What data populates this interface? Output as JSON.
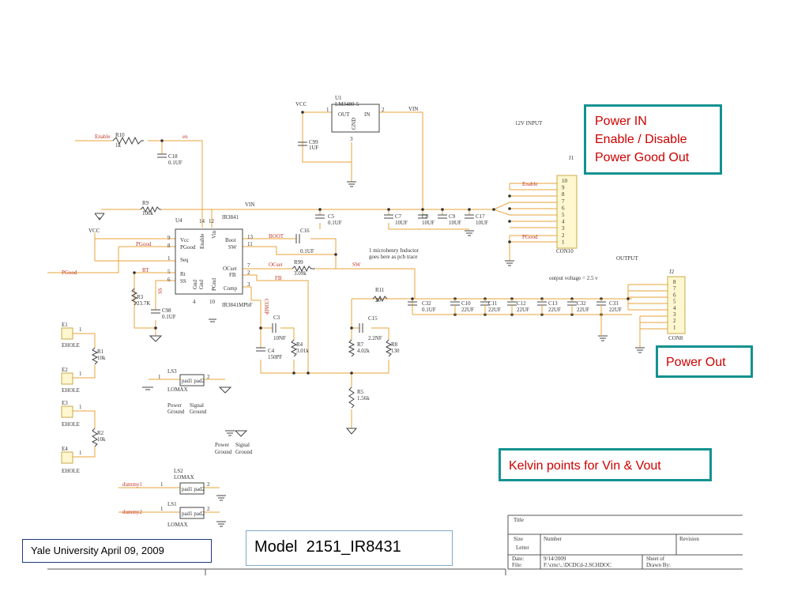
{
  "callouts": {
    "power_in_lines": [
      "Power IN",
      "Enable / Disable",
      "Power Good Out"
    ],
    "power_out": "Power Out",
    "kelvin": "Kelvin points for Vin & Vout"
  },
  "footer": {
    "yale": "Yale University April 09, 2009",
    "model": "Model  2151_IR8431"
  },
  "title_block": {
    "title": "Title",
    "size": "Size",
    "number": "Number",
    "revision": "Revision",
    "letter": "Letter",
    "date_label": "Date:",
    "date_value": "9/14/2009",
    "sheet": "Sheet    of",
    "file_label": "File:",
    "file_value": "F:\\cmc\\..\\DCDCd-2.SCHDOC",
    "drawn_by": "Drawn By:"
  },
  "labels": {
    "u1": "U1",
    "lm3480": "LM3480-5",
    "vcc": "VCC",
    "out": "OUT",
    "in": "IN",
    "gnd": "GND",
    "pin1": "1",
    "pin2": "2",
    "pin3": "3",
    "vin": "VIN",
    "c99": "C99",
    "c99v": "1UF",
    "input12": "12V INPUT",
    "j1": "J1",
    "con10": "CON10",
    "enable": "Enable",
    "r10": "R10",
    "r10v": "1k",
    "en": "en",
    "c18": "C18",
    "c18v": "0.1UF",
    "r9": "R9",
    "r9v": "100k",
    "u4": "U4",
    "ir3841": "IR3841",
    "ir3841mpbf": "IR3841MPbF",
    "p14": "14",
    "p12": "12",
    "p9": "9",
    "p8": "8",
    "p1": "1",
    "p5": "5",
    "p6": "6",
    "p4": "4",
    "p10": "10",
    "p13": "13",
    "p11": "11",
    "p7": "7",
    "p2": "2",
    "p3": "3",
    "pin_vcc": "Vcc",
    "pin_pgood": "PGood",
    "pin_seq": "Seq",
    "pin_rt": "Rt",
    "pin_ss": "SS",
    "pin_boot": "Boot",
    "pin_sw": "SW",
    "pin_ocset": "OCset",
    "pin_fb": "FB",
    "pin_comp": "Comp",
    "pin_enable": "Enable",
    "pin_vin": "Vin",
    "pin_gnd1": "Gnd",
    "pin_gnd2": "Gnd",
    "pin_pgnd": "PGnd",
    "pgood_net": "PGood",
    "rt_net": "RT",
    "ss_net": "SS",
    "comp_net": "COMP",
    "boot_net": "BOOT",
    "ocset_net": "OCset",
    "fb_net": "FB",
    "sw_net": "SW",
    "c5": "C5",
    "c5v": "0.1UF",
    "c7": "C7",
    "c7v": "10UF",
    "c8": "C8",
    "c8v": "10UF",
    "c9": "C9",
    "c9v": "10UF",
    "c17": "C17",
    "c17v": "10UF",
    "c16": "C16",
    "c16v": "0.1UF",
    "r99": "R99",
    "r99v": "3.09k",
    "inductor_note1": "1 microhenry Inductor",
    "inductor_note2": "goes here as pcb trace",
    "r3": "R3",
    "r3v": "23.7K",
    "c98": "C98",
    "c98v": "0.1UF",
    "c3": "C3",
    "c3v": "10NF",
    "c4": "C4",
    "c4v": "150PF",
    "r4": "R4",
    "r4v": "3.01k",
    "output": "OUTPUT",
    "output_voltage": "output voltage = 2.5 v",
    "r11": "R11",
    "r11v": "20",
    "c32": "C32",
    "c32v": "0.1UF",
    "c10": "C10",
    "c10v": "22UF",
    "c11": "C11",
    "c11v": "22UF",
    "c12": "C12",
    "c12v": "22UF",
    "c13": "C13",
    "c13v": "22UF",
    "c32b": "C32",
    "c32bv": "22UF",
    "c33": "C33",
    "c33v": "22UF",
    "c15": "C15",
    "c15v": "2.2NF",
    "r7": "R7",
    "r7v": "4.02k",
    "r8": "R8",
    "r8v": "130",
    "r5": "R5",
    "r5v": "1.56k",
    "j2": "J2",
    "con8": "CON8",
    "e1": "E1",
    "e2": "E2",
    "e3": "E3",
    "e4": "E4",
    "ehole": "EHOLE",
    "r1": "R1",
    "r1v": "10k",
    "r2": "R2",
    "r2v": "10k",
    "ls3": "LS3",
    "ls2": "LS2",
    "ls1": "LS1",
    "pad": "pad1 pad2",
    "lomax": "LOMAX",
    "power_ground": "Power",
    "ground": "Ground",
    "signal_ground": "Signal",
    "dummy1": "dummy1",
    "dummy2": "dummy2"
  },
  "j1_pins": [
    "10",
    "9",
    "8",
    "7",
    "6",
    "5",
    "4",
    "3",
    "2",
    "1"
  ],
  "j2_pins": [
    "8",
    "7",
    "6",
    "5",
    "4",
    "3",
    "2",
    "1"
  ]
}
